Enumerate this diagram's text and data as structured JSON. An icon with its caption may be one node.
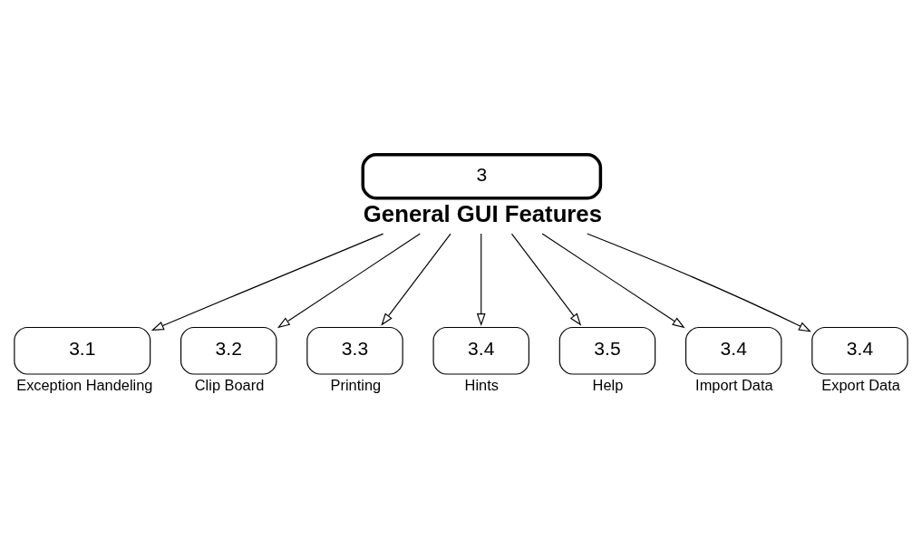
{
  "diagram": {
    "nodes": [
      {
        "text": [
          "3",
          "General GUI Features"
        ]
      },
      {
        "text": [
          "3.1",
          "Exception Handeling"
        ]
      },
      {
        "text": [
          "3.2",
          "Clip Board"
        ]
      },
      {
        "text": [
          "3.3",
          "Printing"
        ]
      },
      {
        "text": [
          "3.4",
          "Hints"
        ]
      },
      {
        "text": [
          "3.5",
          "Help"
        ]
      },
      {
        "text": [
          "3.4",
          "Import Data"
        ]
      },
      {
        "text": [
          "3.4",
          "Export Data"
        ]
      }
    ],
    "edges": [
      {
        "from": 0,
        "to": 1,
        "arrow": "to"
      },
      {
        "from": 0,
        "to": 2,
        "arrow": "to"
      },
      {
        "from": 0,
        "to": 3,
        "arrow": "to"
      },
      {
        "from": 0,
        "to": 4,
        "arrow": "to"
      },
      {
        "from": 0,
        "to": 5,
        "arrow": "to"
      },
      {
        "from": 0,
        "to": 6,
        "arrow": "to"
      },
      {
        "from": 0,
        "to": 7,
        "arrow": "to"
      }
    ]
  }
}
